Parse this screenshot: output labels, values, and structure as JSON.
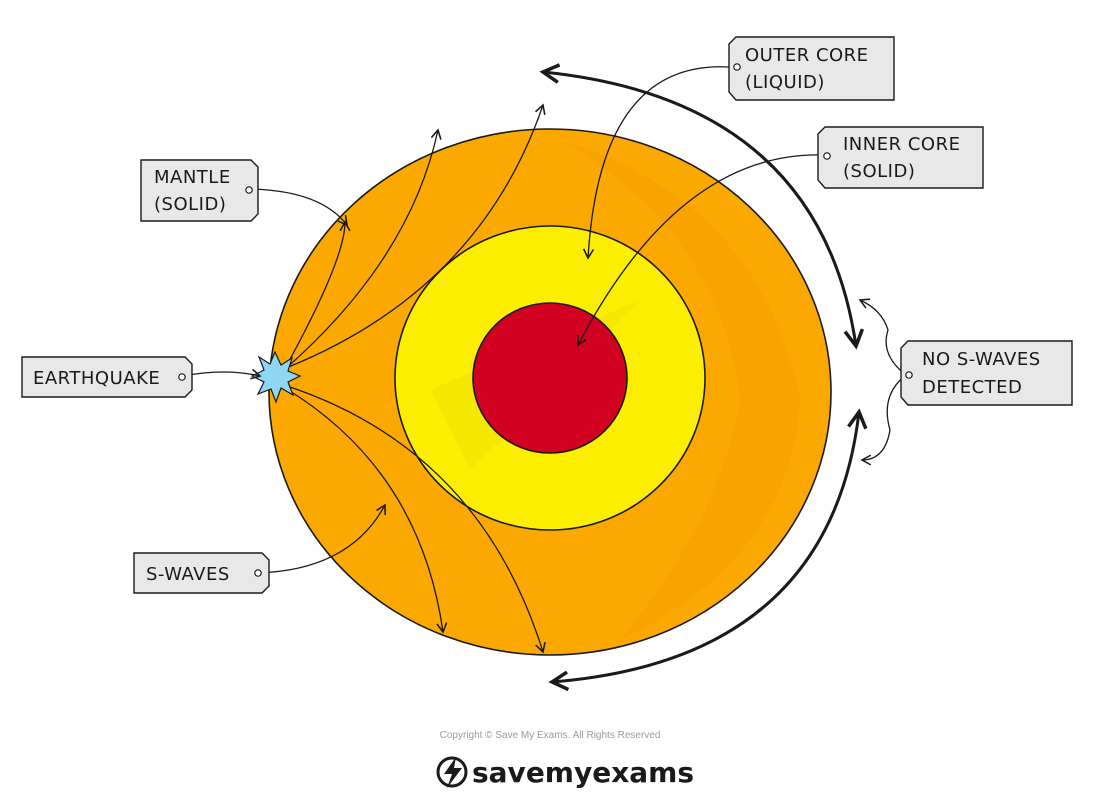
{
  "labels": {
    "outer_core": [
      "OUTER CORE",
      "(LIQUID)"
    ],
    "inner_core": [
      "INNER CORE",
      "(SOLID)"
    ],
    "mantle": [
      "MANTLE",
      "(SOLID)"
    ],
    "earthquake": "EARTHQUAKE",
    "s_waves": "S-WAVES",
    "no_s_waves": [
      "NO S-WAVES",
      "DETECTED"
    ]
  },
  "footer": {
    "copyright": "Copyright © Save My Exams. All Rights Reserved",
    "brand": "savemyexams"
  },
  "colors": {
    "mantle": "#fba900",
    "outer_core": "#fbee00",
    "inner_core": "#d20021",
    "earthquake": "#8fd6f5",
    "tag_fill": "#e8e8e8",
    "outline": "#1a1a1a"
  }
}
